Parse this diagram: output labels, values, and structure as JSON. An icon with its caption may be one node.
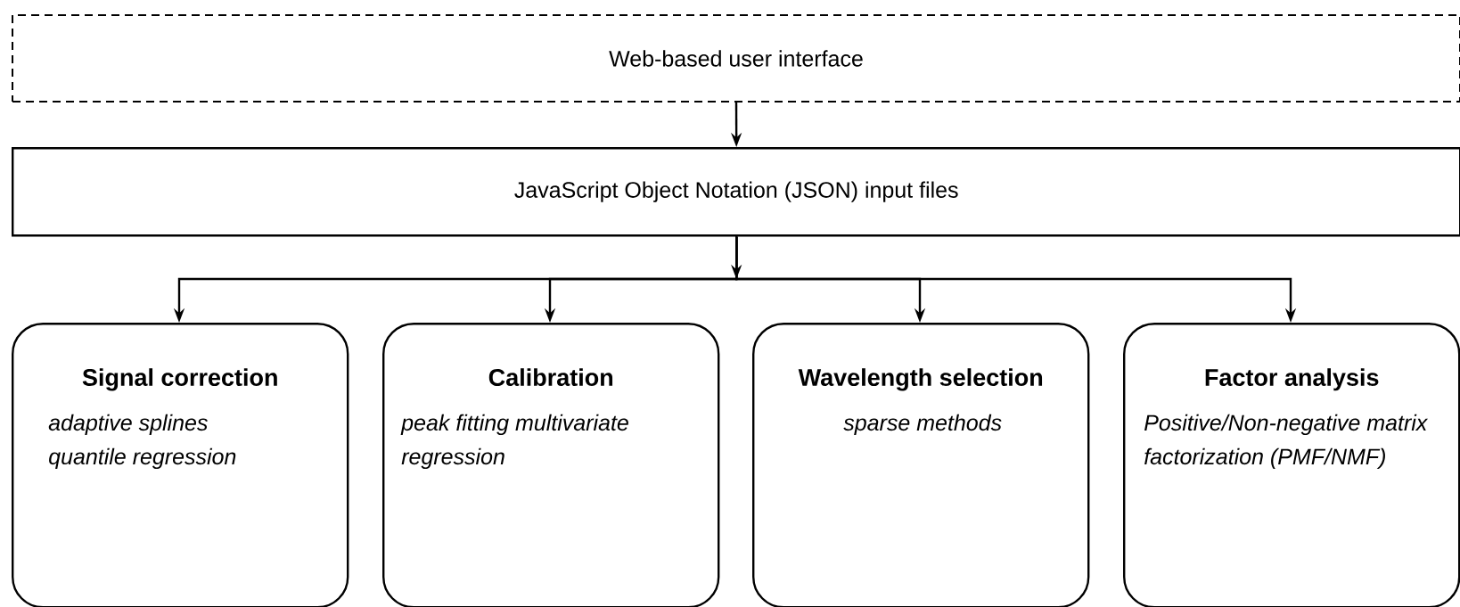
{
  "diagram": {
    "nodes": [
      {
        "text": [
          "Web-based user interface"
        ]
      },
      {
        "text": [
          "JavaScript Object Notation (JSON) input files"
        ]
      },
      {
        "text": [
          "Signal correction",
          "adaptive splines quantile regression"
        ]
      },
      {
        "text": [
          "Calibration",
          "peak fitting multivariate regression"
        ]
      },
      {
        "text": [
          "Wavelength selection",
          "sparse methods"
        ]
      },
      {
        "text": [
          "Factor analysis",
          "Positive/Non-negative matrix factorization (PMF/NMF)"
        ]
      }
    ],
    "edges": [
      {
        "from": 0,
        "to": 1,
        "arrow": "to"
      },
      {
        "from": 1,
        "to": 2,
        "arrow": "to"
      },
      {
        "from": 1,
        "to": 3,
        "arrow": "to"
      },
      {
        "from": 1,
        "to": 4,
        "arrow": "to"
      },
      {
        "from": 1,
        "to": 5,
        "arrow": "to"
      }
    ]
  }
}
